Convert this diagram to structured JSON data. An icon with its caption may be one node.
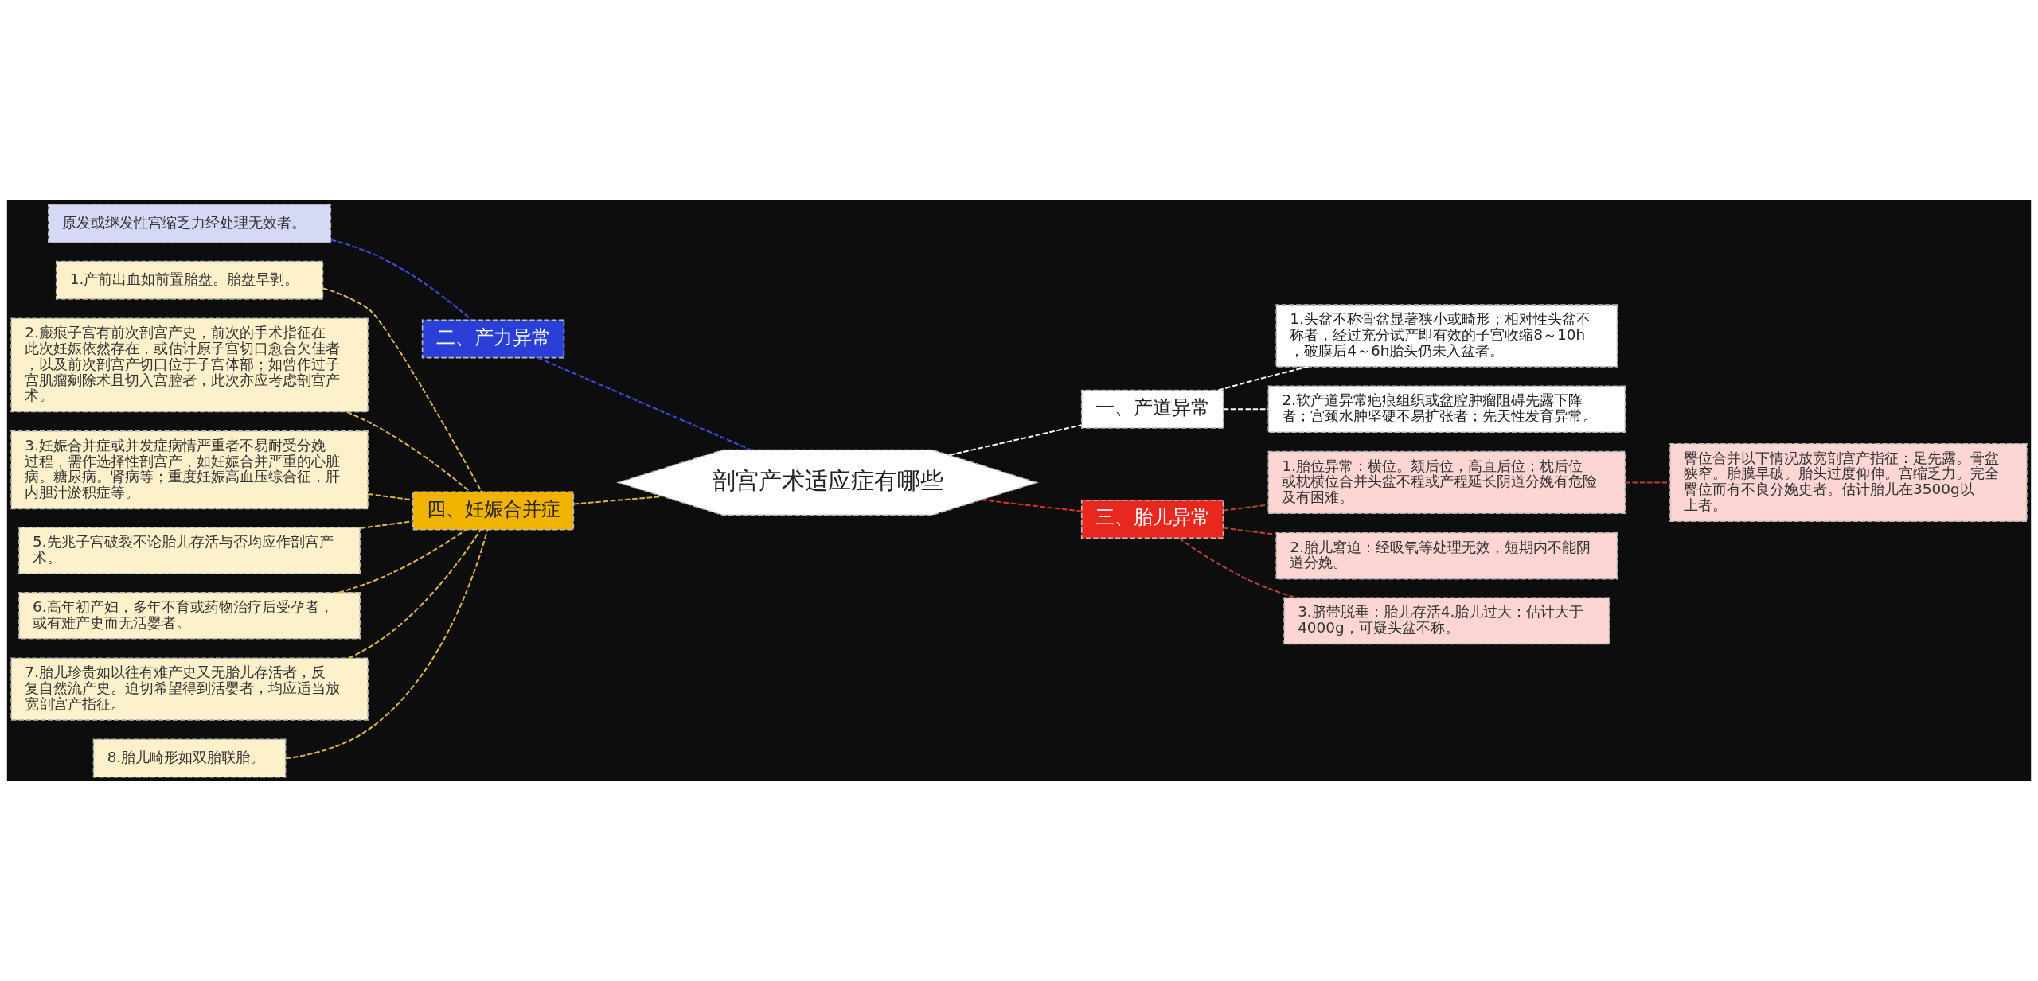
{
  "diagram": {
    "nodes": [
      {
        "text": [
          "剖宫产术适应症有哪些"
        ]
      },
      {
        "text": [
          "二、产力异常"
        ]
      },
      {
        "text": [
          "原发或继发性宫缩乏力经处理无效者。"
        ]
      },
      {
        "text": [
          "四、妊娠合并症"
        ]
      },
      {
        "text": [
          "1.产前出血如前置胎盘。胎盘早剥。"
        ]
      },
      {
        "text": [
          "2.瘢痕子宫有前次剖宫产史，前次的手术指征在此次妊娠依然存在，或估计原子宫切口愈合欠佳者，以及前次剖宫产切口位于子宫体部；如曾作过子宫肌瘤剜除术且切入宫腔者，此次亦应考虑剖宫产术。"
        ]
      },
      {
        "text": [
          "3.妊娠合并症或并发症病情严重者不易耐受分娩过程，需作选择性剖宫产，如妊娠合并严重的心脏病。糖尿病。肾病等；重度妊娠高血压综合征，肝内胆汁淤积症等。"
        ]
      },
      {
        "text": [
          "5.先兆子宫破裂不论胎儿存活与否均应作剖宫产术。"
        ]
      },
      {
        "text": [
          "6.高年初产妇，多年不育或药物治疗后受孕者，或有难产史而无活婴者。"
        ]
      },
      {
        "text": [
          "7.胎儿珍贵如以往有难产史又无胎儿存活者，反复自然流产史。迫切希望得到活婴者，均应适当放宽剖宫产指征。"
        ]
      },
      {
        "text": [
          "8.胎儿畸形如双胎联胎。"
        ]
      },
      {
        "text": [
          "一、产道异常"
        ]
      },
      {
        "text": [
          "1.头盆不称骨盆显著狭小或畸形；相对性头盆不称者，经过充分试产即有效的子宫收缩8～10h，破膜后4～6h胎头仍未入盆者。"
        ]
      },
      {
        "text": [
          "2.软产道异常疤痕组织或盆腔肿瘤阻碍先露下降者；宫颈水肿坚硬不易扩张者；先天性发育异常。"
        ]
      },
      {
        "text": [
          "三、胎儿异常"
        ]
      },
      {
        "text": [
          "1.胎位异常：横位。颏后位，高直后位；枕后位或枕横位合并头盆不程或产程延长阴道分娩有危险及有困难。"
        ]
      },
      {
        "text": [
          "2.胎儿窘迫：经吸氧等处理无效，短期内不能阴道分娩。"
        ]
      },
      {
        "text": [
          "3.脐带脱垂：胎儿存活4.胎儿过大：估计大于4000g，可疑头盆不称。"
        ]
      },
      {
        "text": [
          "臀位合并以下情况放宽剖宫产指征：足先露。骨盆狭窄。胎膜早破。胎头过度仰伸。宫缩乏力。完全臀位而有不良分娩史者。估计胎儿在3500g以上者。"
        ]
      }
    ],
    "edges": [
      {
        "from": 2,
        "to": 1,
        "arrow": "none",
        "style": "dashed",
        "color": "#3b4fe0"
      },
      {
        "from": 1,
        "to": 0,
        "arrow": "none",
        "style": "dashed",
        "color": "#3b4fe0"
      },
      {
        "from": 4,
        "to": 3,
        "arrow": "none",
        "style": "dashed",
        "color": "#e0b84a"
      },
      {
        "from": 5,
        "to": 3,
        "arrow": "none",
        "style": "dashed",
        "color": "#e0b84a"
      },
      {
        "from": 6,
        "to": 3,
        "arrow": "none",
        "style": "dashed",
        "color": "#e0b84a"
      },
      {
        "from": 7,
        "to": 3,
        "arrow": "none",
        "style": "dashed",
        "color": "#e0b84a"
      },
      {
        "from": 8,
        "to": 3,
        "arrow": "none",
        "style": "dashed",
        "color": "#e0b84a"
      },
      {
        "from": 9,
        "to": 3,
        "arrow": "none",
        "style": "dashed",
        "color": "#e0b84a"
      },
      {
        "from": 10,
        "to": 3,
        "arrow": "none",
        "style": "dashed",
        "color": "#e0b84a"
      },
      {
        "from": 3,
        "to": 0,
        "arrow": "none",
        "style": "dashed",
        "color": "#e0b84a"
      },
      {
        "from": 0,
        "to": 11,
        "arrow": "none",
        "style": "dashed",
        "color": "#ffffff"
      },
      {
        "from": 11,
        "to": 12,
        "arrow": "none",
        "style": "dashed",
        "color": "#ffffff"
      },
      {
        "from": 11,
        "to": 13,
        "arrow": "none",
        "style": "dashed",
        "color": "#ffffff"
      },
      {
        "from": 0,
        "to": 14,
        "arrow": "none",
        "style": "dashed",
        "color": "#e0302a"
      },
      {
        "from": 14,
        "to": 15,
        "arrow": "none",
        "style": "dashed",
        "color": "#b8433a"
      },
      {
        "from": 14,
        "to": 16,
        "arrow": "none",
        "style": "dashed",
        "color": "#b8433a"
      },
      {
        "from": 14,
        "to": 17,
        "arrow": "none",
        "style": "dashed",
        "color": "#b8433a"
      },
      {
        "from": 15,
        "to": 18,
        "arrow": "none",
        "style": "dashed",
        "color": "#b8433a"
      }
    ]
  }
}
